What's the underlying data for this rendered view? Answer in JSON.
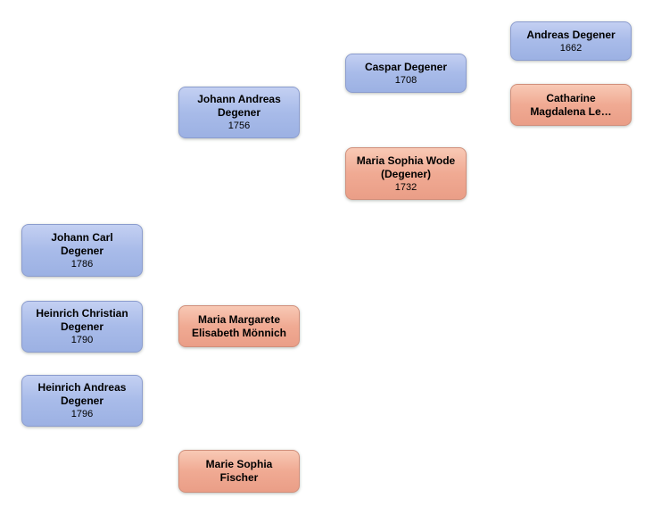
{
  "diagram": {
    "type": "family-tree",
    "background": "#ffffff",
    "palette": {
      "male_fill_top": "#c4d0f2",
      "male_fill_bottom": "#9cb1e3",
      "male_border": "#8b9cce",
      "female_fill_top": "#f8c9b5",
      "female_fill_bottom": "#ea9e87",
      "female_border": "#d08f7b",
      "text": "#000000"
    },
    "nodes": [
      {
        "line1": "Andreas Degener",
        "line2": "",
        "year": "1662",
        "color": "blue"
      },
      {
        "line1": "Catharine",
        "line2": "Magdalena Le…",
        "year": "",
        "color": "salmon"
      },
      {
        "line1": "Caspar Degener",
        "line2": "",
        "year": "1708",
        "color": "blue"
      },
      {
        "line1": "Johann Andreas",
        "line2": "Degener",
        "year": "1756",
        "color": "blue"
      },
      {
        "line1": "Maria Sophia Wode",
        "line2": "(Degener)",
        "year": "1732",
        "color": "salmon"
      },
      {
        "line1": "Johann Carl",
        "line2": "Degener",
        "year": "1786",
        "color": "blue"
      },
      {
        "line1": "Heinrich Christian",
        "line2": "Degener",
        "year": "1790",
        "color": "blue"
      },
      {
        "line1": "Heinrich Andreas",
        "line2": "Degener",
        "year": "1796",
        "color": "blue"
      },
      {
        "line1": "Maria Margarete",
        "line2": "Elisabeth Mönnich",
        "year": "",
        "color": "salmon"
      },
      {
        "line1": "Marie Sophia",
        "line2": "Fischer",
        "year": "",
        "color": "salmon"
      }
    ]
  }
}
